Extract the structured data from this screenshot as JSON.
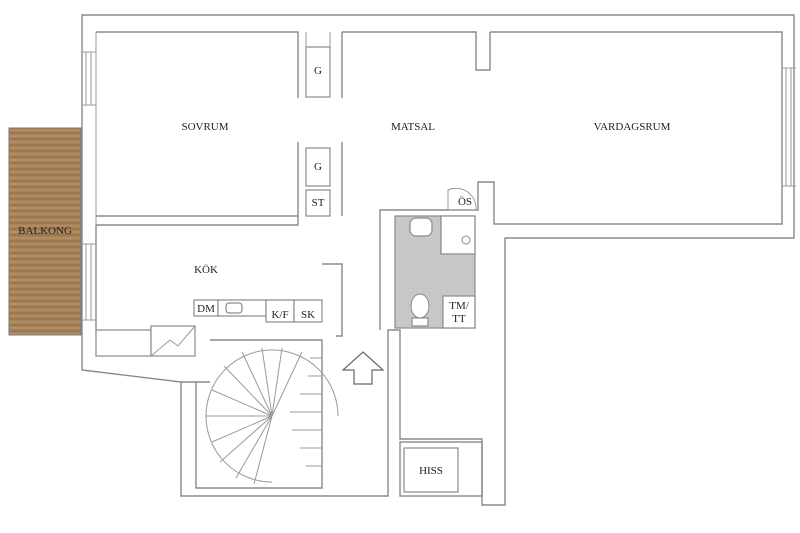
{
  "rooms": {
    "sovrum": "SOVRUM",
    "matsal": "MATSAL",
    "vardagsrum": "VARDAGSRUM",
    "balkong": "BALKONG",
    "kok": "KÖK",
    "hiss": "HISS"
  },
  "fixtures": {
    "g_top": "G",
    "g_bottom": "G",
    "st": "ST",
    "os": "ÖS",
    "dm": "DM",
    "kf": "K/F",
    "sk": "SK",
    "tm_line1": "TM/",
    "tm_line2": "TT"
  },
  "colors": {
    "wall": "#8a8a8a",
    "balcony_wood": "#a9835a",
    "bathroom_floor": "#c8c8c8"
  }
}
